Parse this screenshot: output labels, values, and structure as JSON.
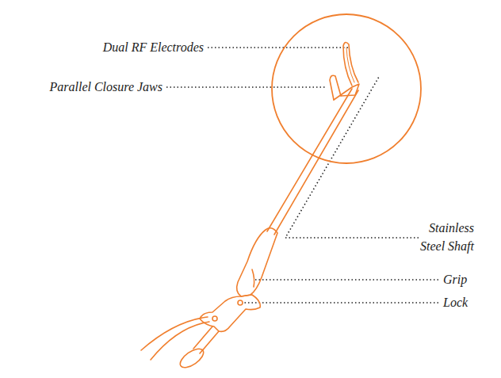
{
  "diagram": {
    "labels": [
      "Dual RF Electrodes",
      "Parallel Closure Jaws",
      "Stainless Steel Shaft",
      "Grip",
      "Lock"
    ]
  }
}
